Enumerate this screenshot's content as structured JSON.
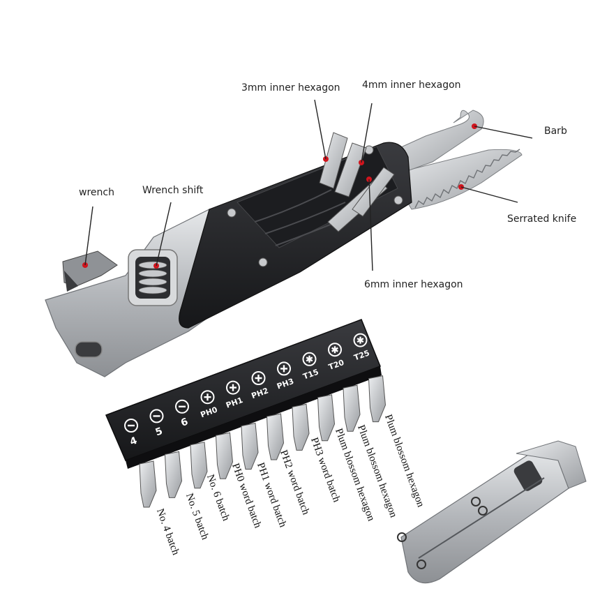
{
  "callouts": {
    "wrench": "wrench",
    "wrench_shift": "Wrench shift",
    "hex3": "3mm inner hexagon",
    "hex4": "4mm inner hexagon",
    "barb": "Barb",
    "serrated_knife": "Serrated knife",
    "hex6": "6mm inner hexagon"
  },
  "bit_holder": {
    "top_labels": [
      "PH0",
      "PH1",
      "PH2",
      "PH3",
      "T15",
      "T20",
      "T25"
    ],
    "slot_numbers": [
      "4",
      "5",
      "6"
    ],
    "bit_names": [
      "No. 4 batch",
      "No. 5 batch",
      "No. 6 batch",
      "PH0 word batch",
      "PH1 word batch",
      "PH2 word batch",
      "PH3 word batch",
      "Plum blossom hexagon",
      "Plum blossom hexagon",
      "Plum blossom hexagon"
    ]
  },
  "colors": {
    "steel": "#b9bcc0",
    "dark_body": "#2a2b2e",
    "marker": "#d0141d"
  }
}
